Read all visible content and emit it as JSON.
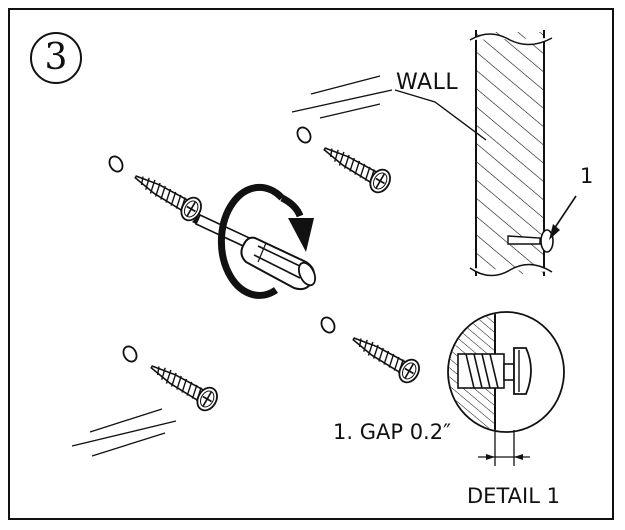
{
  "step": {
    "number": "3"
  },
  "labels": {
    "wall": "WALL",
    "callout": "1",
    "gap_note": "1. GAP 0.2″",
    "detail": "DETAIL 1"
  },
  "icons": {
    "screwdriver": "screwdriver-icon",
    "rotation": "clockwise-rotation-arrow-icon",
    "screw": "screw-icon",
    "washer": "washer-icon",
    "wall": "wall-hatched-section"
  },
  "colors": {
    "ink": "#111111",
    "background": "#ffffff"
  }
}
